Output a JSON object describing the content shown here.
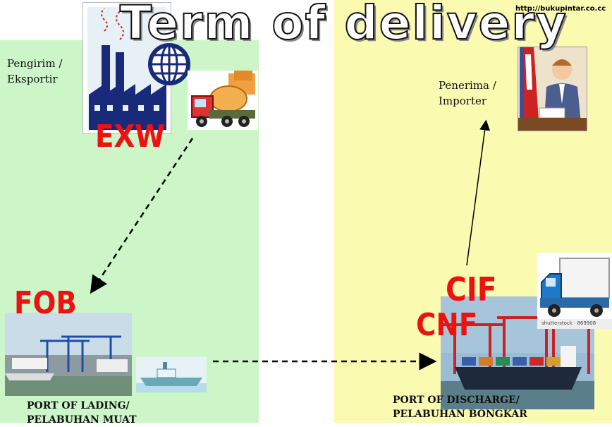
{
  "title": "Term of delivery",
  "source_url": "http://bukupintar.co.cc",
  "parties": {
    "sender": "Pengirim /\nEksportir",
    "receiver": "Penerima /\nImporter"
  },
  "terms": {
    "exw": "EXW",
    "fob": "FOB",
    "cif": "CIF",
    "cnf": "CNF"
  },
  "ports": {
    "lading": "PORT OF LADING/\nPELABUHAN MUAT",
    "discharge": "PORT OF DISCHARGE/\nPELABUHAN BONGKAR"
  },
  "van_watermark": "shutterstock · 869908",
  "colors": {
    "sender_panel": "#ccf5c8",
    "receiver_panel": "#fafab0",
    "term_text": "#ee1111"
  },
  "icons": [
    "factory-icon",
    "globe-icon",
    "cement-truck-icon",
    "businessman-icon",
    "harbor-cranes-icon",
    "ship-icon",
    "container-ship-icon",
    "delivery-van-icon"
  ]
}
